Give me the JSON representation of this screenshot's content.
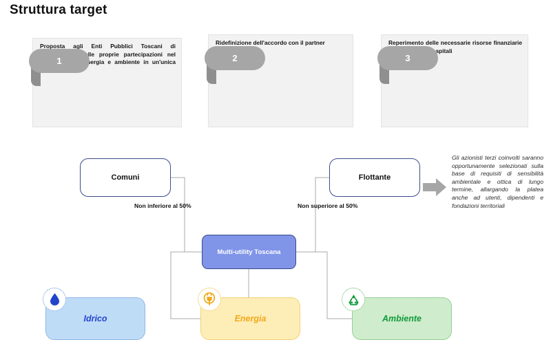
{
  "page": {
    "title": "Struttura target"
  },
  "steps": [
    {
      "number": "1",
      "text": "Proposta agli Enti Pubblici Toscani di conferimento delle proprie partecipazioni nel settore idrico, energia e ambiente in un'unica società"
    },
    {
      "number": "2",
      "text": "Ridefinizione dell'accordo con il partner"
    },
    {
      "number": "3",
      "text": "Reperimento delle necessarie risorse finanziarie sul mercato dei capitali"
    }
  ],
  "diagram": {
    "shareholders": [
      {
        "label": "Comuni",
        "share_note": "Non inferiore al 50%"
      },
      {
        "label": "Flottante",
        "share_note": "Non superiore al 50%"
      }
    ],
    "center": {
      "label": "Multi-utility Toscana"
    },
    "units": [
      {
        "label": "Idrico",
        "icon": "water-drop-icon",
        "color": "#2244cc",
        "fill": "#bfdcf7"
      },
      {
        "label": "Energia",
        "icon": "power-plug-icon",
        "color": "#f0a818",
        "fill": "#fdeeb8"
      },
      {
        "label": "Ambiente",
        "icon": "recycle-icon",
        "color": "#109a3a",
        "fill": "#cfeccc"
      }
    ],
    "callout": {
      "arrow_icon": "right-arrow-icon",
      "note": "Gli azionisti terzi coinvolti saranno opportunamente selezionati sulla base di requisiti di sensibilità ambientale e ottica di lungo termine, allargando la platea anche ad utenti, dipendenti e fondazioni territoriali"
    }
  }
}
